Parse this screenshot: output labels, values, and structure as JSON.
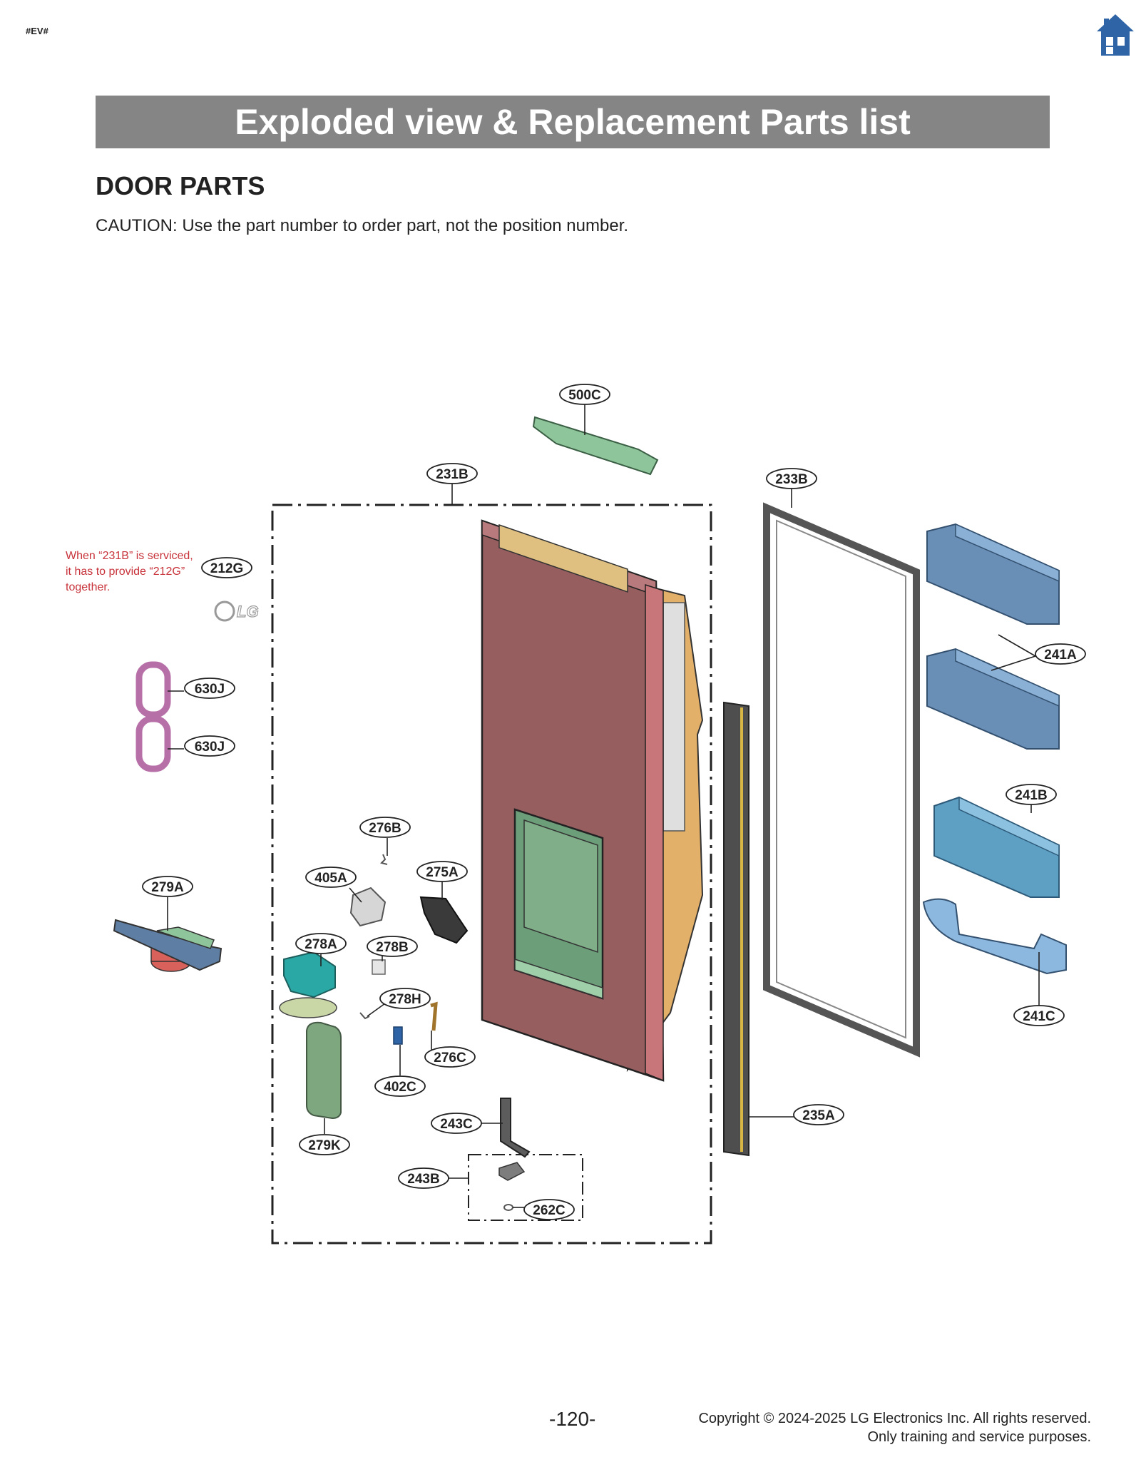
{
  "header": {
    "tag": "#EV#",
    "home_icon": "home-icon",
    "banner_title": "Exploded view & Replacement Parts list"
  },
  "section_title": "DOOR PARTS",
  "caution": "CAUTION: Use the part number to order part, not the position number.",
  "note": {
    "line1": "When “231B” is serviced,",
    "line2": "it has to provide “212G”",
    "line3": "together.",
    "color": "#c8333b"
  },
  "callouts": {
    "c500C": "500C",
    "c231B": "231B",
    "c233B": "233B",
    "c212G": "212G",
    "c630J_1": "630J",
    "c630J_2": "630J",
    "c241A": "241A",
    "c241B": "241B",
    "c241C": "241C",
    "c276B": "276B",
    "c405A": "405A",
    "c275A": "275A",
    "c279A": "279A",
    "c278A": "278A",
    "c278B": "278B",
    "c278H": "278H",
    "c276C": "276C",
    "c402C": "402C",
    "c279K": "279K",
    "c243C": "243C",
    "c235A": "235A",
    "c243B": "243B",
    "c262C": "262C"
  },
  "logo_text": "LG",
  "footer": {
    "page_number": "-120-",
    "copyright_line1": "Copyright © 2024-2025  LG Electronics Inc. All rights reserved.",
    "copyright_line2": "Only training and service purposes."
  }
}
